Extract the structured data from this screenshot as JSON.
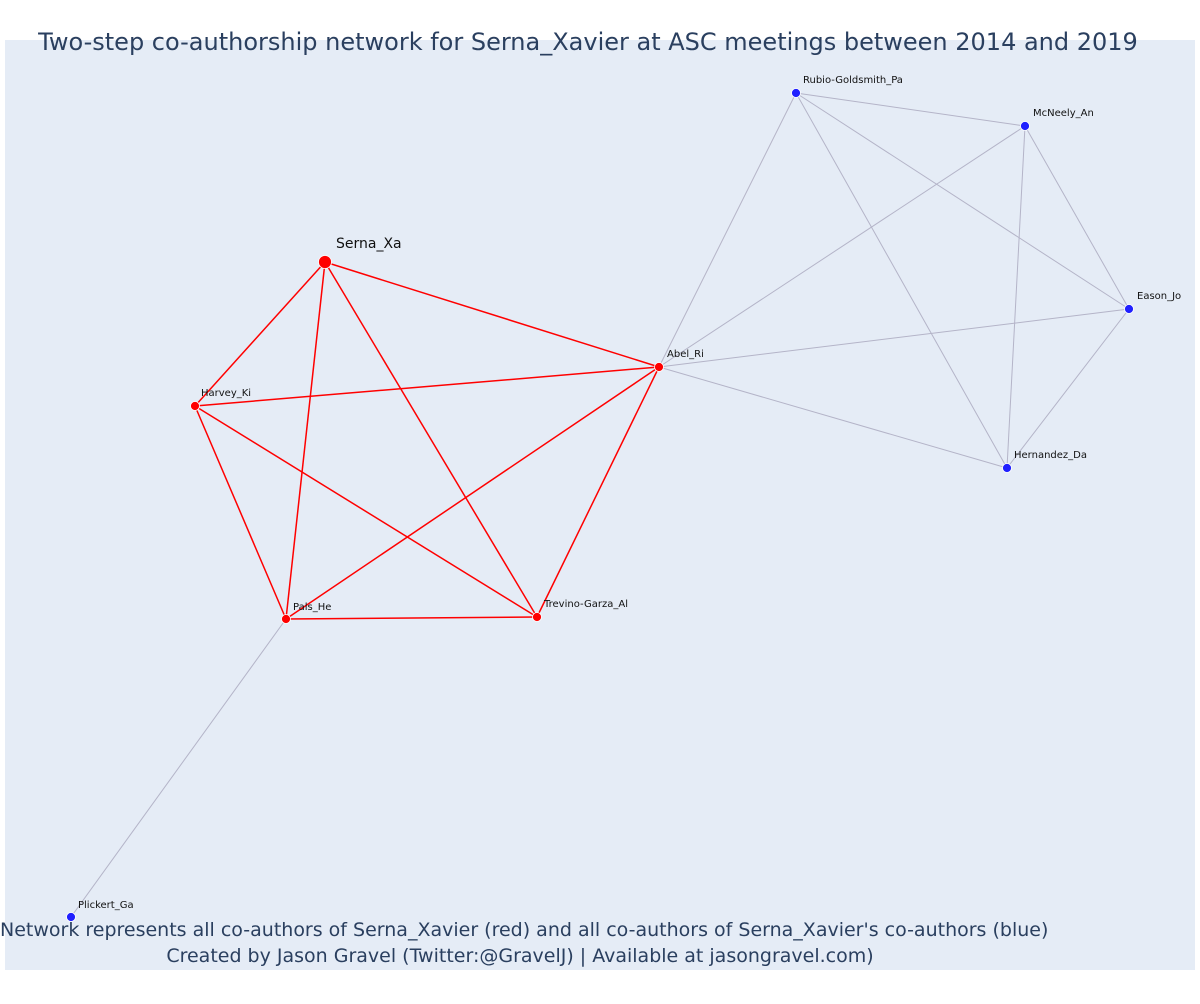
{
  "title": "Two-step co-authorship network for Serna_Xavier at ASC meetings between 2014 and 2019",
  "caption_line1": "Network represents all co-authors of Serna_Xavier (red) and all co-authors of Serna_Xavier's co-authors (blue)",
  "caption_line2": "Created by Jason Gravel (Twitter:@GravelJ) | Available at jasongravel.com)",
  "colors": {
    "plot_background": "#e5ecf6",
    "first_step": "#ff0000",
    "second_step": "#2020ff",
    "second_step_edge": "#b4b4c8",
    "text": "#2a3f5f"
  },
  "nodes": [
    {
      "id": "Serna_Xa",
      "label": "Serna_Xa",
      "group": "focal"
    },
    {
      "id": "Harvey_Ki",
      "label": "Harvey_Ki",
      "group": "red"
    },
    {
      "id": "Abel_Ri",
      "label": "Abel_Ri",
      "group": "red"
    },
    {
      "id": "Pals_He",
      "label": "Pals_He",
      "group": "red"
    },
    {
      "id": "Trevino-Garza_Al",
      "label": "Trevino-Garza_Al",
      "group": "red"
    },
    {
      "id": "Rubio-Goldsmith_Pa",
      "label": "Rubio-Goldsmith_Pa",
      "group": "blue"
    },
    {
      "id": "McNeely_An",
      "label": "McNeely_An",
      "group": "blue"
    },
    {
      "id": "Eason_Jo",
      "label": "Eason_Jo",
      "group": "blue"
    },
    {
      "id": "Hernandez_Da",
      "label": "Hernandez_Da",
      "group": "blue"
    },
    {
      "id": "Plickert_Ga",
      "label": "Plickert_Ga",
      "group": "blue"
    }
  ],
  "edges": [
    {
      "source": "Serna_Xa",
      "target": "Harvey_Ki",
      "type": "red"
    },
    {
      "source": "Serna_Xa",
      "target": "Abel_Ri",
      "type": "red"
    },
    {
      "source": "Serna_Xa",
      "target": "Pals_He",
      "type": "red"
    },
    {
      "source": "Serna_Xa",
      "target": "Trevino-Garza_Al",
      "type": "red"
    },
    {
      "source": "Harvey_Ki",
      "target": "Abel_Ri",
      "type": "red"
    },
    {
      "source": "Harvey_Ki",
      "target": "Pals_He",
      "type": "red"
    },
    {
      "source": "Harvey_Ki",
      "target": "Trevino-Garza_Al",
      "type": "red"
    },
    {
      "source": "Abel_Ri",
      "target": "Pals_He",
      "type": "red"
    },
    {
      "source": "Abel_Ri",
      "target": "Trevino-Garza_Al",
      "type": "red"
    },
    {
      "source": "Pals_He",
      "target": "Trevino-Garza_Al",
      "type": "red"
    },
    {
      "source": "Abel_Ri",
      "target": "Rubio-Goldsmith_Pa",
      "type": "gray"
    },
    {
      "source": "Abel_Ri",
      "target": "McNeely_An",
      "type": "gray"
    },
    {
      "source": "Abel_Ri",
      "target": "Eason_Jo",
      "type": "gray"
    },
    {
      "source": "Abel_Ri",
      "target": "Hernandez_Da",
      "type": "gray"
    },
    {
      "source": "Rubio-Goldsmith_Pa",
      "target": "McNeely_An",
      "type": "gray"
    },
    {
      "source": "Rubio-Goldsmith_Pa",
      "target": "Eason_Jo",
      "type": "gray"
    },
    {
      "source": "Rubio-Goldsmith_Pa",
      "target": "Hernandez_Da",
      "type": "gray"
    },
    {
      "source": "McNeely_An",
      "target": "Eason_Jo",
      "type": "gray"
    },
    {
      "source": "McNeely_An",
      "target": "Hernandez_Da",
      "type": "gray"
    },
    {
      "source": "Eason_Jo",
      "target": "Hernandez_Da",
      "type": "gray"
    },
    {
      "source": "Pals_He",
      "target": "Plickert_Ga",
      "type": "gray"
    }
  ]
}
